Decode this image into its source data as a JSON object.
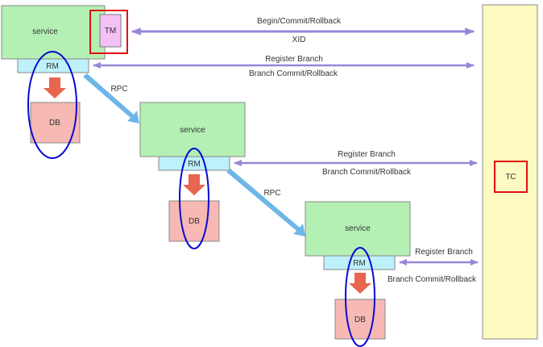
{
  "diagram": {
    "colors": {
      "service_fill": "#b4f0b4",
      "rm_fill": "#bdf1fb",
      "db_fill": "#f6b9b4",
      "tm_fill": "#f5c0f5",
      "tc_fill": "#fdfbc2",
      "highlight_red": "#e01010",
      "highlight_blue": "#0a0ad2",
      "arrow_purple": "#9a86d8",
      "arrow_blue": "#6db6e8",
      "arrow_red": "#e8654f"
    },
    "tm": {
      "label": "TM"
    },
    "tc": {
      "label": "TC"
    },
    "tiers": [
      {
        "service": "service",
        "rm": "RM",
        "db": "DB"
      },
      {
        "service": "service",
        "rm": "RM",
        "db": "DB"
      },
      {
        "service": "service",
        "rm": "RM",
        "db": "DB"
      }
    ],
    "rpc_labels": [
      "RPC",
      "RPC"
    ],
    "tm_tc_link": {
      "top": "Begin/Commit/Rollback",
      "bottom": "XID"
    },
    "rm_tc_links": [
      {
        "top": "Register Branch",
        "bottom": "Branch Commit/Rollback"
      },
      {
        "top": "Register Branch",
        "bottom": "Branch Commit/Rollback"
      },
      {
        "top": "Register Branch",
        "bottom": "Branch Commit/Rollback"
      }
    ]
  }
}
